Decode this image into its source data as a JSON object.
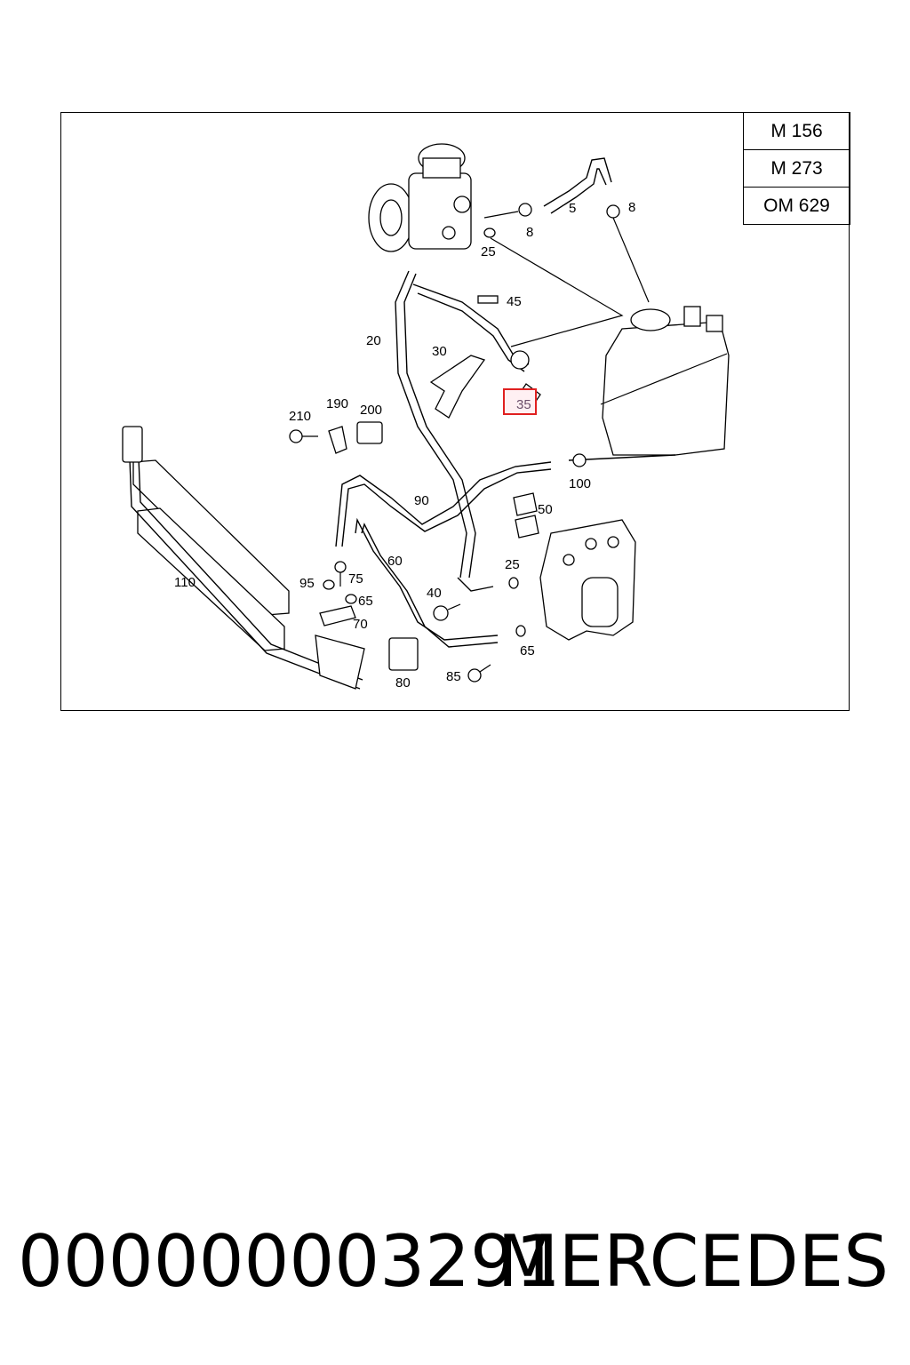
{
  "diagram": {
    "engine_variants": [
      "M 156",
      "M 273",
      "OM 629"
    ],
    "highlighted_part": "35",
    "part_labels": [
      {
        "id": "p5",
        "text": "5"
      },
      {
        "id": "p8a",
        "text": "8"
      },
      {
        "id": "p8b",
        "text": "8"
      },
      {
        "id": "p20",
        "text": "20"
      },
      {
        "id": "p25a",
        "text": "25"
      },
      {
        "id": "p25b",
        "text": "25"
      },
      {
        "id": "p30",
        "text": "30"
      },
      {
        "id": "p35",
        "text": "35"
      },
      {
        "id": "p40",
        "text": "40"
      },
      {
        "id": "p45",
        "text": "45"
      },
      {
        "id": "p50",
        "text": "50"
      },
      {
        "id": "p60",
        "text": "60"
      },
      {
        "id": "p65a",
        "text": "65"
      },
      {
        "id": "p65b",
        "text": "65"
      },
      {
        "id": "p70",
        "text": "70"
      },
      {
        "id": "p75",
        "text": "75"
      },
      {
        "id": "p80",
        "text": "80"
      },
      {
        "id": "p85",
        "text": "85"
      },
      {
        "id": "p90",
        "text": "90"
      },
      {
        "id": "p95",
        "text": "95"
      },
      {
        "id": "p100",
        "text": "100"
      },
      {
        "id": "p110",
        "text": "110"
      },
      {
        "id": "p190",
        "text": "190"
      },
      {
        "id": "p200",
        "text": "200"
      },
      {
        "id": "p210",
        "text": "210"
      }
    ]
  },
  "footer": {
    "part_number": "000000003291",
    "brand": "MERCEDES"
  }
}
